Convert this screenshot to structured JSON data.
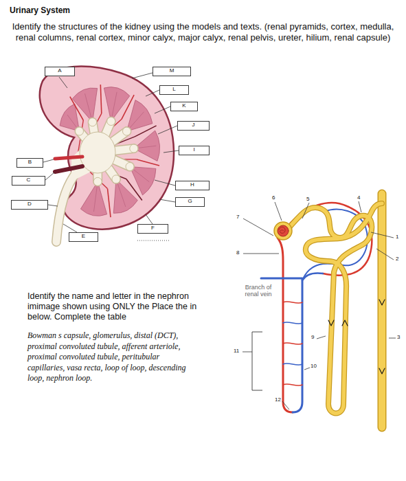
{
  "diagram": {
    "title": "Urinary System",
    "nodes": [
      {
        "text": [
          "A"
        ]
      },
      {
        "text": [
          "M"
        ]
      },
      {
        "text": [
          "L"
        ]
      },
      {
        "text": [
          "K"
        ]
      },
      {
        "text": [
          "J"
        ]
      },
      {
        "text": [
          "I"
        ]
      },
      {
        "text": [
          "B"
        ]
      },
      {
        "text": [
          "C"
        ]
      },
      {
        "text": [
          "H"
        ]
      },
      {
        "text": [
          "G"
        ]
      },
      {
        "text": [
          "D"
        ]
      },
      {
        "text": [
          "F"
        ]
      },
      {
        "text": [
          "E"
        ]
      }
    ],
    "labels": [
      "Identify the structures of the kidney using the models and texts. (renal pyramids, cortex, medulla, renal columns, renal cortex, minor calyx, major calyx, renal pelvis, ureter, hilium, renal capsule)",
      "6",
      "5",
      "4",
      "7",
      "1",
      "2",
      "8",
      "Branch of renal vein",
      "Identify the name and letter in the nephron imimage shown using ONLY the Place the in below. Complete the table",
      "Bowman s capsule, glomerulus, distal (DCT), proximal convoluted tubule, afferent arteriole, proximal convoluted tubule, peritubular capillaries, vasa recta, loop of loop, descending loop, nephron loop.",
      "9",
      "3",
      "11",
      "10",
      "12"
    ]
  }
}
